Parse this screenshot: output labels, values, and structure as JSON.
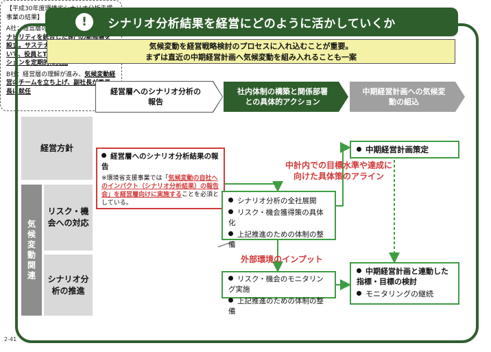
{
  "title": "シナリオ分析結果を経営にどのように活かしていくか",
  "title_icon": "exclamation-icon",
  "message": {
    "line1": "気候変動を経営戦略検討のプロセスに入れ込むことが重要。",
    "line2": "まずは直近の中期経営計画へ気候変動を組み入れることも一案"
  },
  "steps": [
    {
      "label": "経営層へのシナリオ分析の報告"
    },
    {
      "label": "社内体制の構築と関係部署との具体的アクション"
    },
    {
      "label": "中期経営計画への気候変動の組込"
    }
  ],
  "rows": {
    "management_policy": "経営方針",
    "risk_opportunity": "リスク・機会への対応",
    "scenario_promotion": "シナリオ分析の推進",
    "climate_group": "気候変動関連"
  },
  "report_box": {
    "bullet": "経営層へのシナリオ分析結果の報告",
    "note_pre": "※環境省支援事業では「",
    "note_red": "気候変動の自社へのインパクト（シナリオ分析結果）の報告会」を経営層向けに実施する",
    "note_post": "ことを必須としている。"
  },
  "results_box": {
    "heading": "【平成30年度環境省シナリオ分析支援事業の結果】",
    "company_a_pre": "A社：経営層の理解が進み、",
    "company_a_bold": "IR/サステナビリティを統合した専門の新部署を設立。サステナビリティの委員会において、役員とTCFDに関するディスカッションを定期的に実施",
    "company_b_pre": "B社：経営層の理解が進み、",
    "company_b_bold": "気候変動経営のチームを立ち上げ、副社長が委員長に就任"
  },
  "actions_box": {
    "items": [
      "シナリオ分析の全社展開",
      "リスク・機会獲得策の具体化",
      "上記推進のための体制の整備"
    ]
  },
  "monitoring_box": {
    "items": [
      "リスク・機会のモニタリング実施",
      "上記推進のための体制の整備"
    ]
  },
  "plan_box": {
    "item": "中期経営計画策定"
  },
  "linked_box": {
    "item1": "中期経営計画と連動した指標・目標の検討",
    "item2": "モニタリングの継続"
  },
  "callouts": {
    "align": "中計内での目標水準や達成に向けた具体策のアライン",
    "input": "外部環境のインプット"
  },
  "page_number": "2-41",
  "colors": {
    "brand_green": "#2f5e2d",
    "accent_red": "#d13a3a",
    "box_green": "#3e9c42",
    "message_yellow": "#f3f2a6"
  }
}
